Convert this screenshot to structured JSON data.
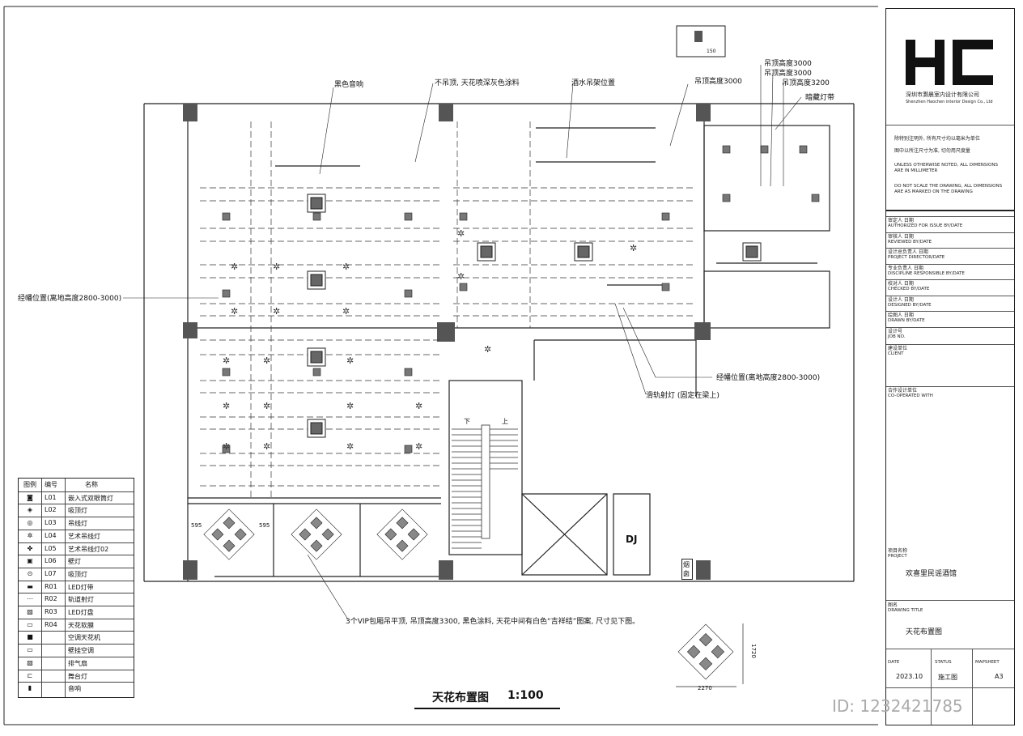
{
  "drawing": {
    "title": "天花布置图",
    "scale": "1:100"
  },
  "labels": {
    "black_speaker": "黑色音响",
    "no_ceiling": "不吊顶, 天花喷深灰色涂料",
    "wine_rack": "酒水吊架位置",
    "ceiling_3000_a": "吊顶高度3000",
    "ceiling_3000_b": "吊顶高度3000",
    "ceiling_3000_c": "吊顶高度3000",
    "ceiling_3200": "吊顶高度3200",
    "hidden_strip": "暗藏灯带",
    "banner_left": "经幡位置(离地高度2800-3000)",
    "banner_right": "经幡位置(离地高度2800-3000)",
    "track_light": "滑轨射灯 (固定在梁上)",
    "vip_note": "3个VIP包厢吊平顶, 吊顶高度3300, 黑色涂料, 天花中间有白色“吉祥结”图案, 尺寸见下图。",
    "dj": "DJ",
    "smoke": "烟\n囱",
    "stair_down": "下",
    "stair_up": "上",
    "dim_595a": "595",
    "dim_595b": "595",
    "dim_2270": "2270",
    "dim_1720": "1720",
    "dim_150": "150"
  },
  "legend": {
    "headers": [
      "图例",
      "编号",
      "名称"
    ],
    "rows": [
      {
        "code": "L01",
        "name": "嵌入式双眼筒灯"
      },
      {
        "code": "L02",
        "name": "吸顶灯"
      },
      {
        "code": "L03",
        "name": "吊线灯"
      },
      {
        "code": "L04",
        "name": "艺术吊线灯"
      },
      {
        "code": "L05",
        "name": "艺术吊线灯02"
      },
      {
        "code": "L06",
        "name": "壁灯"
      },
      {
        "code": "L07",
        "name": "吸顶灯"
      },
      {
        "code": "R01",
        "name": "LED灯带"
      },
      {
        "code": "R02",
        "name": "轨道射灯"
      },
      {
        "code": "R03",
        "name": "LED灯盘"
      },
      {
        "code": "R04",
        "name": "天花软膜"
      },
      {
        "code": "",
        "name": "空调天花机"
      },
      {
        "code": "",
        "name": "壁挂空调"
      },
      {
        "code": "",
        "name": "排气扇"
      },
      {
        "code": "",
        "name": "舞台灯"
      },
      {
        "code": "",
        "name": "音响"
      }
    ]
  },
  "title_block": {
    "company_cn": "深圳市灏晨室内设计有限公司",
    "company_en": "Shenzhen Haochen interior Design Co., Ltd",
    "notes": [
      "除特别注明外, 所有尺寸均以毫米为单位",
      "图中以所注尺寸为准, 切勿用尺度量",
      "UNLESS OTHERWISE NOTED, ALL DIMENSIONS ARE IN MILLIMETER",
      "DO NOT SCALE THE DRAWING, ALL DIMENSIONS ARE AS MARKED ON THE DRAWING"
    ],
    "roles": [
      {
        "cn": "审定人  日期",
        "en": "AUTHORIZED FOR ISSUE BY/DATE"
      },
      {
        "cn": "审核人  日期",
        "en": "REVIEWED BY/DATE"
      },
      {
        "cn": "设计总负责人  日期",
        "en": "PROJECT DIRECTOR/DATE"
      },
      {
        "cn": "专业负责人  日期",
        "en": "DISCIPLINE RESPONSIBLE BY/DATE"
      },
      {
        "cn": "校对人  日期",
        "en": "CHECKED BY/DATE"
      },
      {
        "cn": "设计人  日期",
        "en": "DESIGNED BY/DATE"
      },
      {
        "cn": "绘图人  日期",
        "en": "DRAWN BY/DATE"
      },
      {
        "cn": "设计号",
        "en": "JOB NO."
      },
      {
        "cn": "建设单位",
        "en": "CLIENT"
      },
      {
        "cn": "合作设计单位",
        "en": "CO-OPERATED WITH"
      }
    ],
    "project_label_cn": "项目名称",
    "project_label_en": "PROJECT",
    "project_name": "欢喜里民谣酒馆",
    "drawing_title_label_cn": "图名",
    "drawing_title_label_en": "DRAWING TITLE",
    "drawing_title": "天花布置图",
    "date_label": "DATE",
    "date_value": "2023.10",
    "status_label": "STATUS",
    "status_value": "施工图",
    "mapsheet_label": "MAPSHEET",
    "mapsheet_value": "A3"
  },
  "watermark": {
    "id_text": "ID: 1232421785"
  },
  "colors": {
    "line": "#222222",
    "column": "#555555",
    "dashed": "#333333"
  }
}
